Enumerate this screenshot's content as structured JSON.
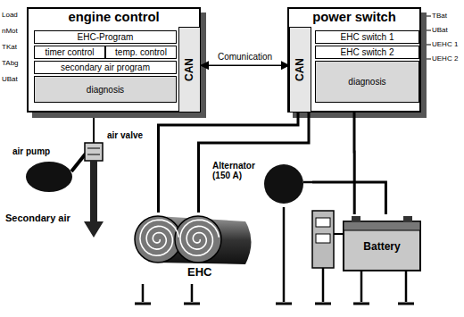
{
  "diagram": {
    "nodes": [
      {
        "text": [
          "engine control"
        ]
      },
      {
        "text": [
          "EHC-Program"
        ],
        "in": 0
      },
      {
        "text": [
          "timer control"
        ],
        "in": 0
      },
      {
        "text": [
          "temp. control"
        ],
        "in": 0
      },
      {
        "text": [
          "secondary air program"
        ],
        "in": 0
      },
      {
        "text": [
          "diagnosis"
        ],
        "in": 0
      },
      {
        "text": [
          "CAN"
        ],
        "in": 0
      },
      {
        "text": [
          "power switch"
        ]
      },
      {
        "text": [
          "CAN"
        ],
        "in": 7
      },
      {
        "text": [
          "EHC switch 1"
        ],
        "in": 7
      },
      {
        "text": [
          "EHC switch 2"
        ],
        "in": 7
      },
      {
        "text": [
          "diagnosis"
        ],
        "in": 7
      },
      {
        "text": [
          "Alternator (150 A)"
        ]
      },
      {
        "text": [
          "EHC"
        ]
      },
      {
        "text": [
          "Battery"
        ]
      }
    ],
    "edges": [
      {
        "from": 6,
        "to": 8,
        "label": "Comunication",
        "arrow": "both"
      },
      {
        "from": 7,
        "to": 13,
        "arrow": "none"
      },
      {
        "from": 7,
        "to": 13,
        "arrow": "none"
      },
      {
        "from": 7,
        "to": 14,
        "arrow": "none"
      },
      {
        "from": 12,
        "to": 14,
        "arrow": "none"
      }
    ],
    "labels": [
      "Load",
      "nMot",
      "TKat",
      "TAbg",
      "UBat",
      "TBat",
      "UBat",
      "UEHC 1",
      "UEHC 2",
      "air pump",
      "air valve",
      "Secondary air"
    ]
  }
}
